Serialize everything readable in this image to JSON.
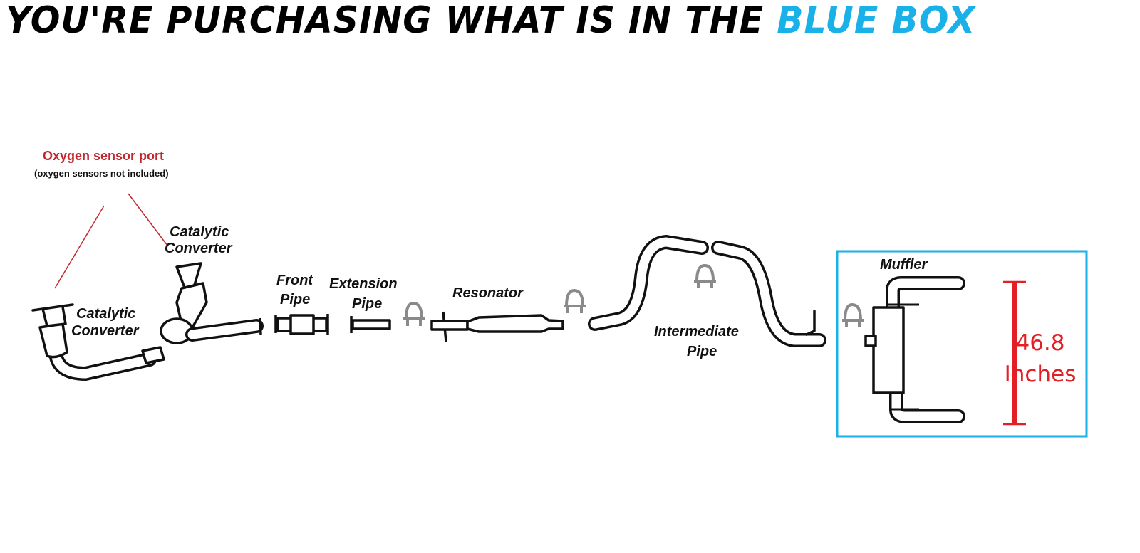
{
  "headline": {
    "prefix": "YOU'RE PURCHASING WHAT IS IN THE ",
    "highlight": "BLUE BOX"
  },
  "sensor_note": {
    "title": "Oxygen sensor port",
    "subtitle": "(oxygen sensors not included)"
  },
  "parts": {
    "cat_upper": [
      "Catalytic",
      "Converter"
    ],
    "cat_lower": [
      "Catalytic",
      "Converter"
    ],
    "front_pipe": [
      "Front",
      "Pipe"
    ],
    "extension_pipe": [
      "Extension",
      "Pipe"
    ],
    "resonator": "Resonator",
    "intermediate_pipe": [
      "Intermediate",
      "Pipe"
    ],
    "muffler": "Muffler"
  },
  "dimension": {
    "value": "46.8",
    "unit": "Inches"
  },
  "colors": {
    "accent_blue": "#1ab0e8",
    "red": "#e31e24",
    "sensor_red": "#c0282e"
  }
}
